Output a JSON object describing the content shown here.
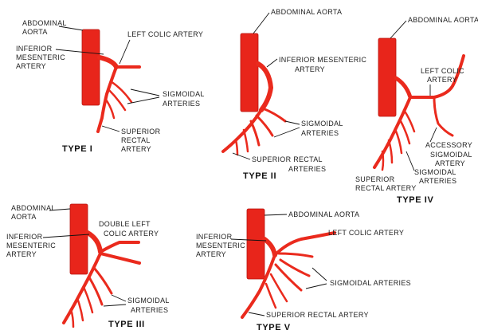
{
  "types": [
    {
      "title": "TYPE I",
      "labels": {
        "aorta_1": "ABDOMINAL",
        "aorta_2": "AORTA",
        "ima_1": "INFERIOR",
        "ima_2": "MESENTERIC",
        "ima_3": "ARTERY",
        "left_colic": "LEFT COLIC ARTERY",
        "sigmoidal_1": "SIGMOIDAL",
        "sigmoidal_2": "ARTERIES",
        "superior_rectal_1": "SUPERIOR",
        "superior_rectal_2": "RECTAL",
        "superior_rectal_3": "ARTERY"
      }
    },
    {
      "title": "TYPE II",
      "labels": {
        "aorta": "ABDOMINAL AORTA",
        "ima_1": "INFERIOR MESENTERIC",
        "ima_2": "ARTERY",
        "sigmoidal_1": "SIGMOIDAL",
        "sigmoidal_2": "ARTERIES",
        "superior_rectal_1": "SUPERIOR RECTAL",
        "superior_rectal_2": "ARTERIES"
      }
    },
    {
      "title": "TYPE IV",
      "labels": {
        "aorta": "ABDOMINAL AORTA",
        "left_colic_1": "LEFT COLIC",
        "left_colic_2": "ARTERY",
        "accessory": "ACCESSORY",
        "sigmoidal_1": "SIGMOIDAL",
        "sigmoidal_2": "ARTERY",
        "sigmoidal_arteries_1": "SIGMOIDAL",
        "sigmoidal_arteries_2": "ARTERIES",
        "superior_rectal_1": "SUPERIOR",
        "superior_rectal_2": "RECTAL ARTERY"
      }
    },
    {
      "title": "TYPE III",
      "labels": {
        "aorta_1": "ABDOMINAL",
        "aorta_2": "AORTA",
        "double_left_colic_1": "DOUBLE LEFT",
        "double_left_colic_2": "COLIC ARTERY",
        "ima_1": "INFERIOR",
        "ima_2": "MESENTERIC",
        "ima_3": "ARTERY",
        "sigmoidal_1": "SIGMOIDAL",
        "sigmoidal_2": "ARTERIES"
      }
    },
    {
      "title": "TYPE V",
      "labels": {
        "aorta": "ABDOMINAL AORTA",
        "ima_1": "INFERIOR",
        "ima_2": "MESENTERIC",
        "ima_3": "ARTERY",
        "left_colic": "LEFT COLIC ARTERY",
        "sigmoidal": "SIGMOIDAL ARTERIES",
        "superior_rectal": "SUPERIOR RECTAL ARTERY"
      }
    }
  ],
  "colors": {
    "artery": "#ea2a1d",
    "aorta": "#e8251b",
    "text": "#222222"
  }
}
